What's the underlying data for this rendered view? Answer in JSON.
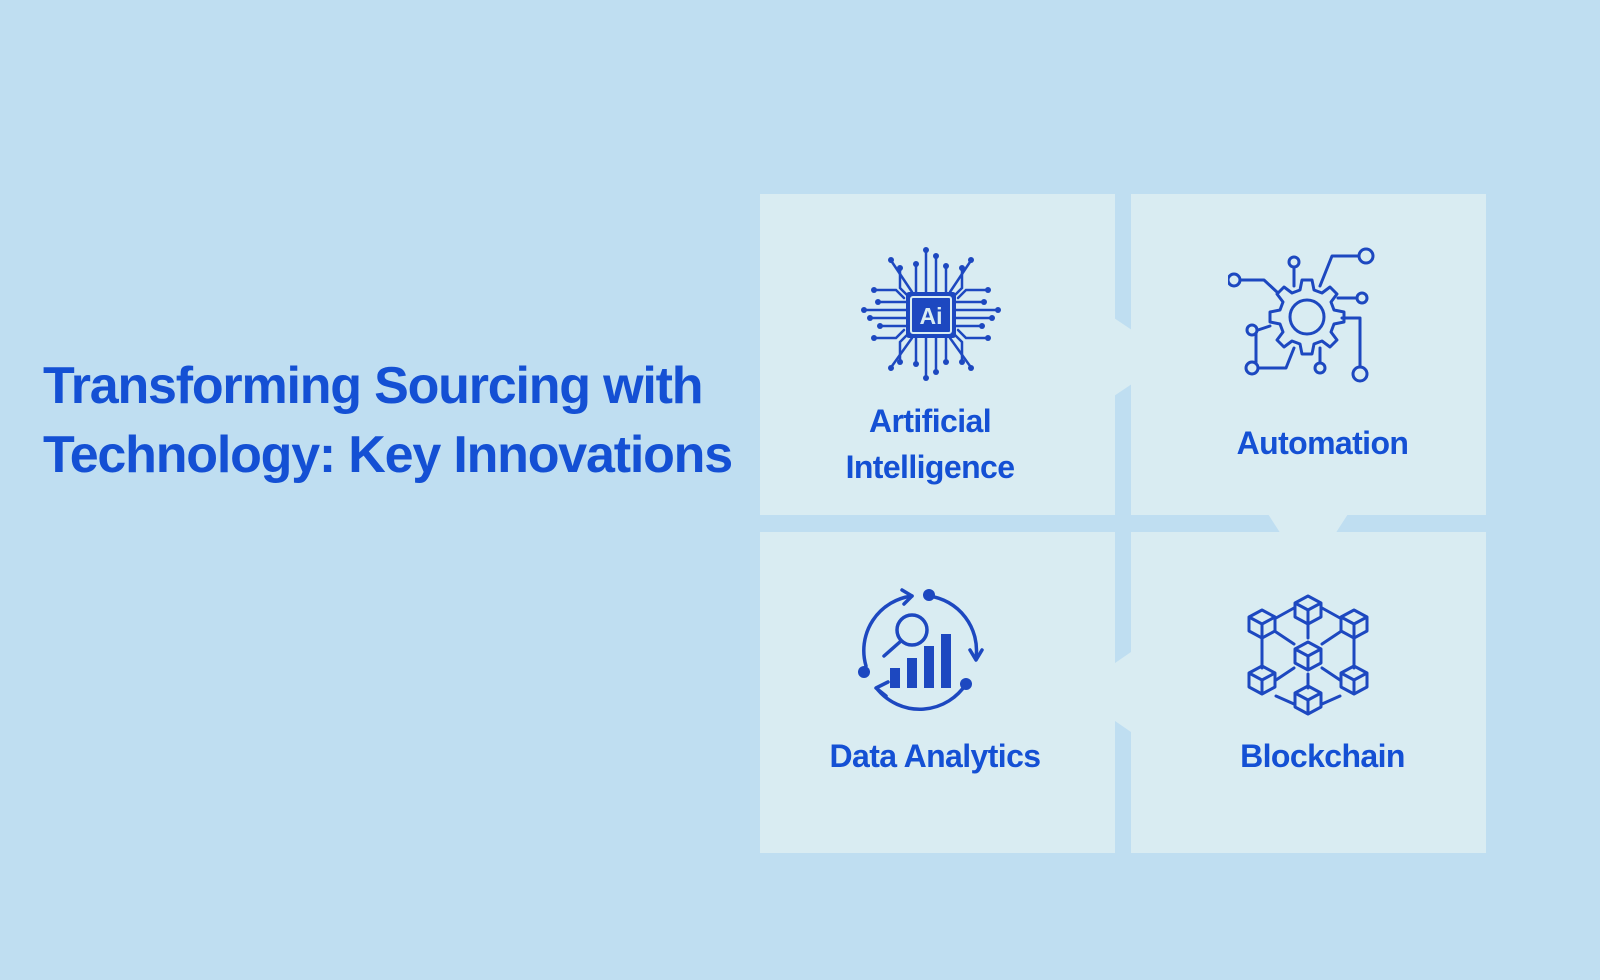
{
  "slide": {
    "title": "Transforming Sourcing with Technology: Key Innovations",
    "colors": {
      "background": "#bfdef1",
      "panel": "#d9ecf2",
      "accent": "#1450d4",
      "icon": "#1d48c0"
    }
  },
  "cards": [
    {
      "label": "Artificial Intelligence",
      "icon": "ai-chip-icon",
      "icon_text": "Ai"
    },
    {
      "label": "Automation",
      "icon": "gear-circuit-icon"
    },
    {
      "label": "Data Analytics",
      "icon": "magnifier-chart-cycle-icon"
    },
    {
      "label": "Blockchain",
      "icon": "blockchain-cubes-icon"
    }
  ]
}
